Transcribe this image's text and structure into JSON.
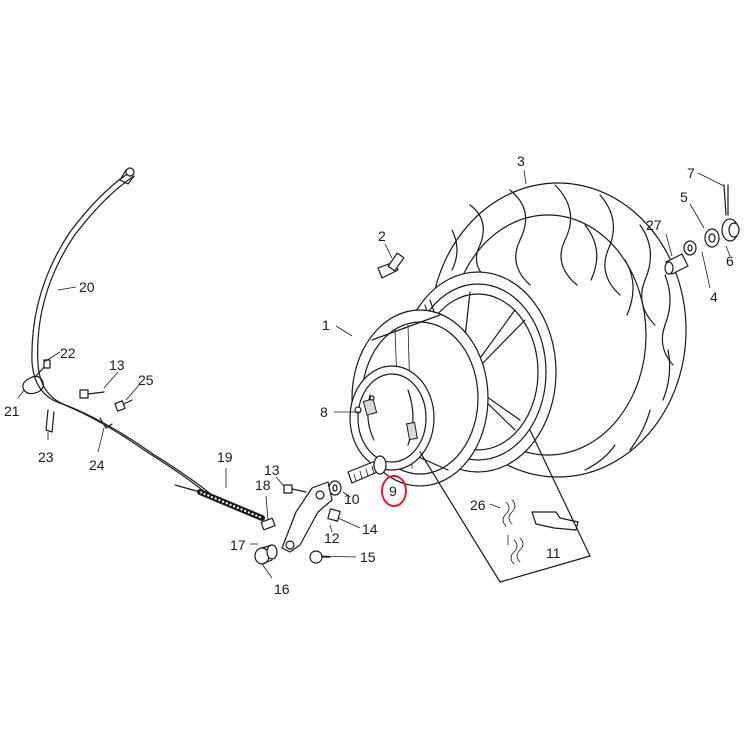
{
  "callouts": {
    "1": "1",
    "2": "2",
    "3": "3",
    "4": "4",
    "5": "5",
    "6": "6",
    "7": "7",
    "8": "8",
    "9": "9",
    "10": "10",
    "11": "11",
    "12": "12",
    "13a": "13",
    "13b": "13",
    "14": "14",
    "15": "15",
    "16": "16",
    "17": "17",
    "18": "18",
    "19": "19",
    "20": "20",
    "21": "21",
    "22": "22",
    "23": "23",
    "24": "24",
    "25": "25",
    "26": "26",
    "27": "27"
  },
  "highlight": {
    "label": "9",
    "color": "#e0192e"
  }
}
